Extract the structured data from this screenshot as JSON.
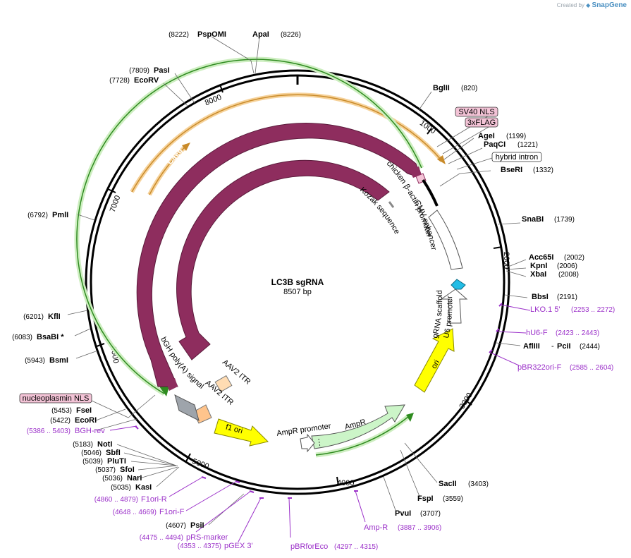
{
  "app": {
    "credit": "Created by",
    "brand": "SnapGene"
  },
  "plasmid": {
    "name": "LC3B sgRNA",
    "size_label": "8507 bp",
    "length": 8507
  },
  "colors": {
    "site": "#000000",
    "primer": "#9b30c9",
    "cas9": "#8e2d5e",
    "ori": "#ffff00",
    "ampr": "#ccf5c8",
    "promoter": "#ffffff",
    "feature_box": "#f3c3d6",
    "sv40_outline": "#ffffff",
    "itr": "#ffdcb3",
    "orange_arrow": "#f0ad4e",
    "green_arrow": "#2e8b1f",
    "grey": "#9ea4ab"
  },
  "ticks": [
    "1000",
    "2000",
    "3000",
    "4000",
    "5000",
    "6000",
    "7000",
    "8000"
  ],
  "sites": [
    {
      "name": "PspOMI",
      "pos": "(8222)"
    },
    {
      "name": "ApaI",
      "pos": "(8226)"
    },
    {
      "name": "PasI",
      "pos": "(7809)"
    },
    {
      "name": "EcoRV",
      "pos": "(7728)"
    },
    {
      "name": "BglII",
      "pos": "(820)"
    },
    {
      "name": "AgeI",
      "pos": "(1199)"
    },
    {
      "name": "PaqCI",
      "pos": "(1221)"
    },
    {
      "name": "BseRI",
      "pos": "(1332)"
    },
    {
      "name": "SnaBI",
      "pos": "(1739)"
    },
    {
      "name": "Acc65I",
      "pos": "(2002)"
    },
    {
      "name": "KpnI",
      "pos": "(2006)"
    },
    {
      "name": "XbaI",
      "pos": "(2008)"
    },
    {
      "name": "BbsI",
      "pos": "(2191)"
    },
    {
      "name": "AflIII",
      "pos": ""
    },
    {
      "name": "PciI",
      "pos": "(2444)"
    },
    {
      "name": "SacII",
      "pos": "(3403)"
    },
    {
      "name": "FspI",
      "pos": "(3559)"
    },
    {
      "name": "PvuI",
      "pos": "(3707)"
    },
    {
      "name": "PsiI",
      "pos": "(4607)"
    },
    {
      "name": "KasI",
      "pos": "(5035)"
    },
    {
      "name": "NarI",
      "pos": "(5036)"
    },
    {
      "name": "SfoI",
      "pos": "(5037)"
    },
    {
      "name": "PluTI",
      "pos": "(5039)"
    },
    {
      "name": "SbfI",
      "pos": "(5046)"
    },
    {
      "name": "NotI",
      "pos": "(5183)"
    },
    {
      "name": "EcoRI",
      "pos": "(5422)"
    },
    {
      "name": "FseI",
      "pos": "(5453)"
    },
    {
      "name": "BsmI",
      "pos": "(5943)"
    },
    {
      "name": "BsaBI *",
      "pos": "(6083)"
    },
    {
      "name": "KflI",
      "pos": "(6201)"
    },
    {
      "name": "PmlI",
      "pos": "(6792)"
    }
  ],
  "primers": [
    {
      "name": "LKO.1 5'",
      "range": "(2253 .. 2272)"
    },
    {
      "name": "hU6-F",
      "range": "(2423 .. 2443)"
    },
    {
      "name": "pBR322ori-F",
      "range": "(2585 .. 2604)"
    },
    {
      "name": "Amp-R",
      "range": "(3887 .. 3906)"
    },
    {
      "name": "pBRforEco",
      "range": "(4297 .. 4315)"
    },
    {
      "name": "pGEX 3'",
      "range": "(4353 .. 4375)"
    },
    {
      "name": "pRS-marker",
      "range": "(4475 .. 4494)"
    },
    {
      "name": "F1ori-F",
      "range": "(4648 .. 4669)"
    },
    {
      "name": "F1ori-R",
      "range": "(4860 .. 4879)"
    },
    {
      "name": "BGH-rev",
      "range": "(5386 .. 5403)"
    }
  ],
  "boxed_features": [
    "SV40 NLS",
    "3xFLAG",
    "hybrid intron",
    "nucleoplasmin NLS"
  ],
  "features": {
    "cas9_outer": "Cas9",
    "cas9_inner": "Cas9",
    "chicken_actin": "chicken β-actin promoter",
    "kozak": "Kozak sequence",
    "cmv": "CMV enhancer",
    "grna": "gRNA scaffold",
    "u6": "U6 promoter",
    "ori": "ori",
    "ampr": "AmpR",
    "ampr_promoter": "AmpR promoter",
    "f1ori": "f1 ori",
    "aav_itr_1": "AAV2 ITR",
    "aav_itr_2": "AAV2 ITR",
    "bgh": "bGH poly(A) signal"
  }
}
